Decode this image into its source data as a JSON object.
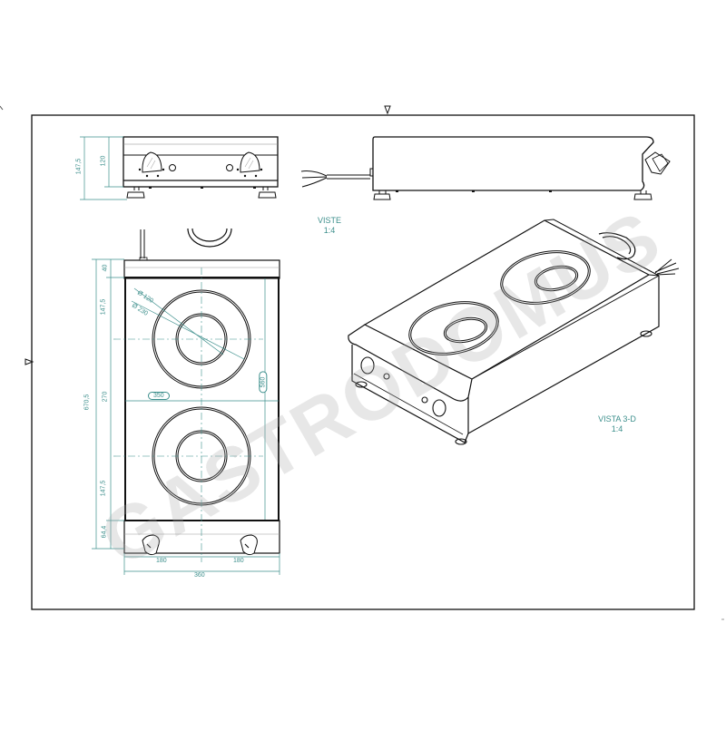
{
  "drawing": {
    "subject": "Two-zone induction hob technical drawing",
    "views_label": {
      "title": "VISTE",
      "scale": "1:4"
    },
    "view3d_label": {
      "title": "VISTA 3-D",
      "scale": "1:4"
    },
    "watermark": "GASTRODOMUS",
    "colors": {
      "line": "#111111",
      "dimension": "#3d8f8c",
      "watermark": "#c8c8c8",
      "background": "#ffffff"
    }
  },
  "front_view": {
    "dimensions": {
      "total_height": "147,5",
      "body_height": "120"
    }
  },
  "top_view": {
    "dimensions": {
      "total_depth": "670,5",
      "rear_strip": "40",
      "first_zone_offset": "147,5",
      "zone_spacing": "270",
      "second_zone_offset": "147,5",
      "front_panel": "64,4",
      "glass_width": "350",
      "glass_depth": "560",
      "half_width_left": "180",
      "half_width_right": "180",
      "total_width": "360",
      "inner_diameter": "Ø 120",
      "outer_diameter": "Ø 230"
    }
  }
}
